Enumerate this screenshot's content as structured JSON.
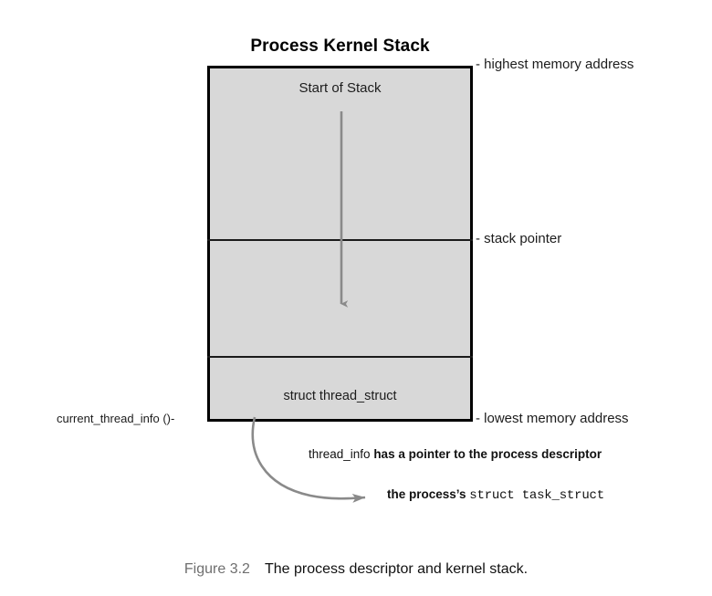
{
  "figure": {
    "title": "Process Kernel Stack",
    "caption_number": "Figure 3.2",
    "caption_text": "The process descriptor and kernel stack."
  },
  "stack_box": {
    "start_of_stack_label": "Start of Stack",
    "thread_struct_label": "struct thread_struct",
    "fill_color": "#d8d8d8",
    "border_color": "#000000",
    "regions": [
      {
        "name": "used-stack-region",
        "label": "Start of Stack"
      },
      {
        "name": "free-stack-region",
        "label": ""
      },
      {
        "name": "thread-struct-region",
        "label": "struct thread_struct"
      }
    ]
  },
  "callouts": {
    "highest_memory_address": "- highest memory address",
    "stack_pointer": "- stack pointer",
    "lowest_memory_address": "- lowest memory address",
    "current_thread_info": "current_thread_info ()-"
  },
  "annotations": {
    "thread_info_line": {
      "plain": "thread_info ",
      "bold": "has a pointer to the process descriptor"
    },
    "task_struct_line": {
      "bold": "the process’s ",
      "mono": "struct task_struct"
    }
  },
  "arrows": {
    "growth_arrow": {
      "name": "stack-growth-arrow",
      "color": "#8a8a8a",
      "direction": "down"
    },
    "pointer_arrow": {
      "name": "thread-info-pointer-arrow",
      "color": "#8a8a8a",
      "direction": "right"
    }
  },
  "colors": {
    "box_fill": "#d8d8d8",
    "box_stroke": "#000000",
    "arrow_gray": "#8a8a8a",
    "caption_gray": "#6f6f6f",
    "text_black": "#111111"
  }
}
